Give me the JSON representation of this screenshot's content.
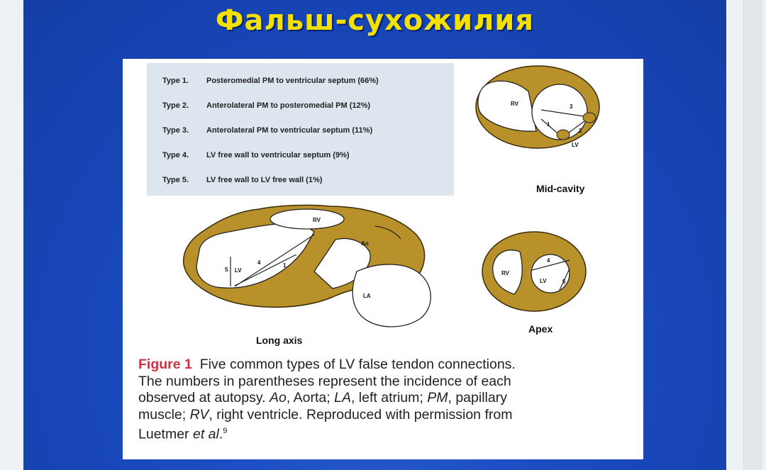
{
  "slide": {
    "title": "Фальш-сухожилия"
  },
  "types": [
    {
      "num": "Type 1.",
      "text": "Posteromedial PM to ventricular septum (66%)"
    },
    {
      "num": "Type 2.",
      "text": "Anterolateral  PM to posteromedial PM (12%)"
    },
    {
      "num": "Type 3.",
      "text": "Anterolateral PM to ventricular septum (11%)"
    },
    {
      "num": "Type 4.",
      "text": "LV free wall to ventricular septum (9%)"
    },
    {
      "num": "Type 5.",
      "text": "LV free wall to LV free wall (1%)"
    }
  ],
  "views": {
    "mid_cavity": "Mid-cavity",
    "long_axis": "Long axis",
    "apex": "Apex"
  },
  "labels": {
    "rv": "RV",
    "lv": "LV",
    "ao": "Ao",
    "la": "LA",
    "n1": "1",
    "n2": "2",
    "n3": "3",
    "n4": "4",
    "n5": "5"
  },
  "caption": {
    "fig_label": "Figure 1",
    "line1_rest": "Five common types of LV false tendon connections.",
    "line2": "The numbers in parentheses represent the incidence of each",
    "line3_a": "observed at autopsy.",
    "ao_abbr": "Ao",
    "line3_b": ", Aorta;",
    "la_abbr": "LA",
    "line3_c": ", left atrium;",
    "pm_abbr": "PM",
    "line3_d": ", papillary",
    "line4_a": "muscle;",
    "rv_abbr": "RV",
    "line4_b": ", right ventricle. Reproduced with permission from",
    "line5_a": "Luetmer",
    "line5_etal": "et al",
    "line5_b": ".",
    "ref": "9"
  },
  "colors": {
    "muscle": "#b8912a",
    "title": "#f5e100",
    "figure_label": "#d03040"
  }
}
